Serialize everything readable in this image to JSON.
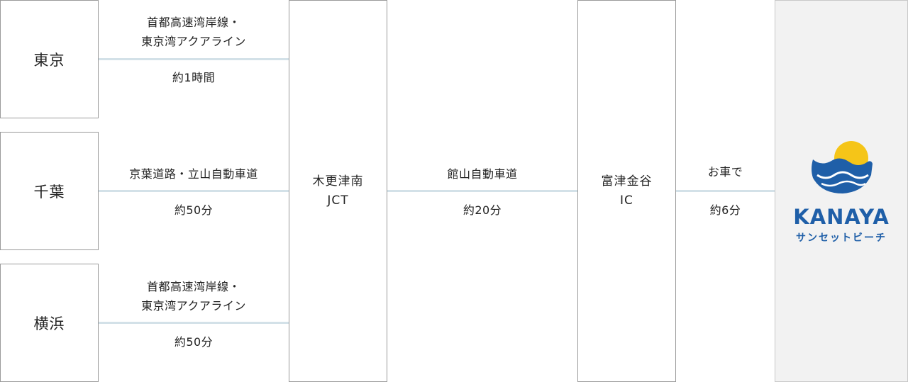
{
  "origins": [
    {
      "name": "東京",
      "route": "首都高速湾岸線・\n東京湾アクアライン",
      "time": "約1時間"
    },
    {
      "name": "千葉",
      "route": "京葉道路・立山自動車道",
      "time": "約50分"
    },
    {
      "name": "横浜",
      "route": "首都高速湾岸線・\n東京湾アクアライン",
      "time": "約50分"
    }
  ],
  "junction": {
    "name": "木更津南\nJCT"
  },
  "segment2": {
    "route": "館山自動車道",
    "time": "約20分"
  },
  "interchange": {
    "name": "富津金谷\nIC"
  },
  "segment3": {
    "route": "お車で",
    "time": "約6分"
  },
  "destination": {
    "logo": "KANAYA",
    "sub": "サンセットビーチ"
  },
  "colors": {
    "line": "#d3e1e8",
    "logo_blue": "#1f5fa8",
    "logo_sun": "#f5c518",
    "logo_text": "#1f5fa8"
  }
}
